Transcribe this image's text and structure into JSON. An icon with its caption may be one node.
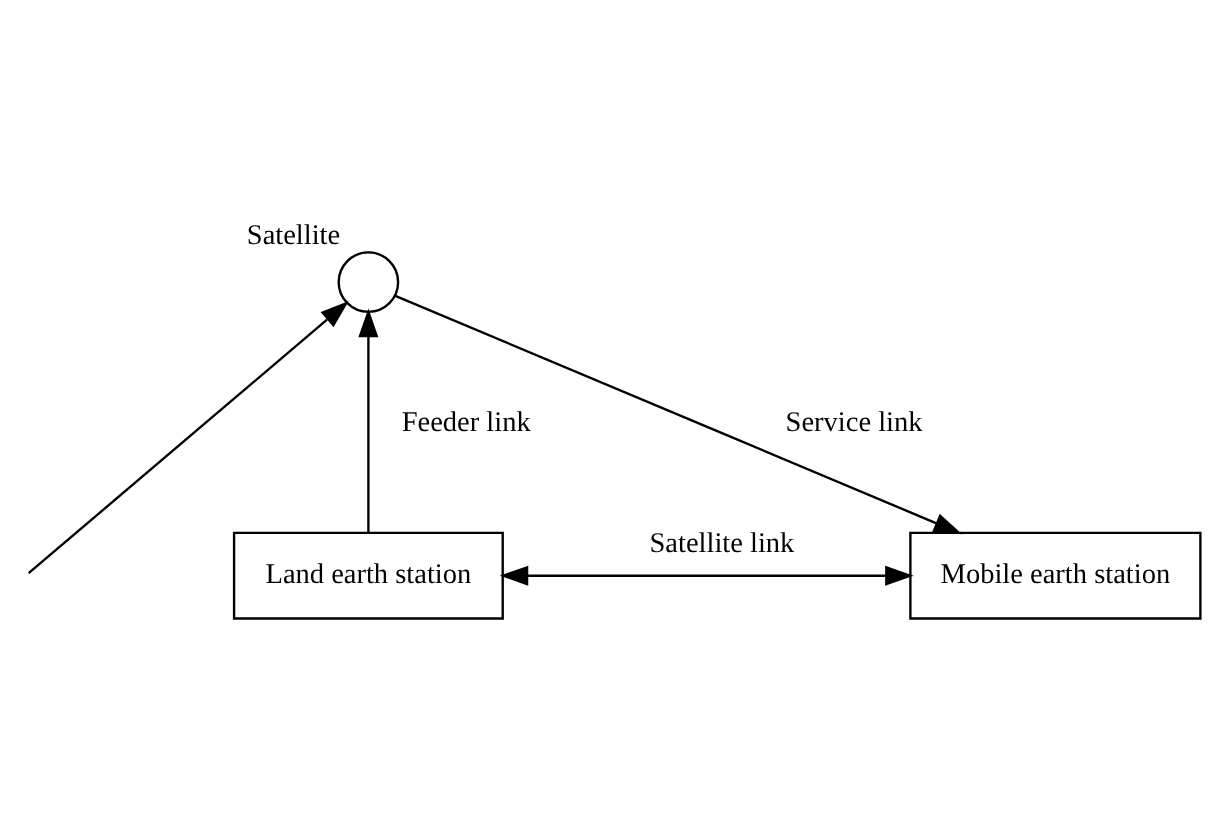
{
  "diagram": {
    "nodes": [
      {
        "text": [
          "Satellite"
        ]
      },
      {
        "text": [
          "Land earth station"
        ]
      },
      {
        "text": [
          "Mobile earth station"
        ]
      }
    ],
    "edges": [
      {
        "from": 1,
        "to": 0,
        "arrow": "to",
        "label": "Feeder link"
      },
      {
        "from": 0,
        "to": 2,
        "arrow": "to",
        "label": "Service link"
      },
      {
        "from": 1,
        "to": 2,
        "arrow": "both",
        "label": "Satellite link"
      },
      {
        "from": null,
        "to": 0,
        "arrow": "to"
      }
    ]
  }
}
